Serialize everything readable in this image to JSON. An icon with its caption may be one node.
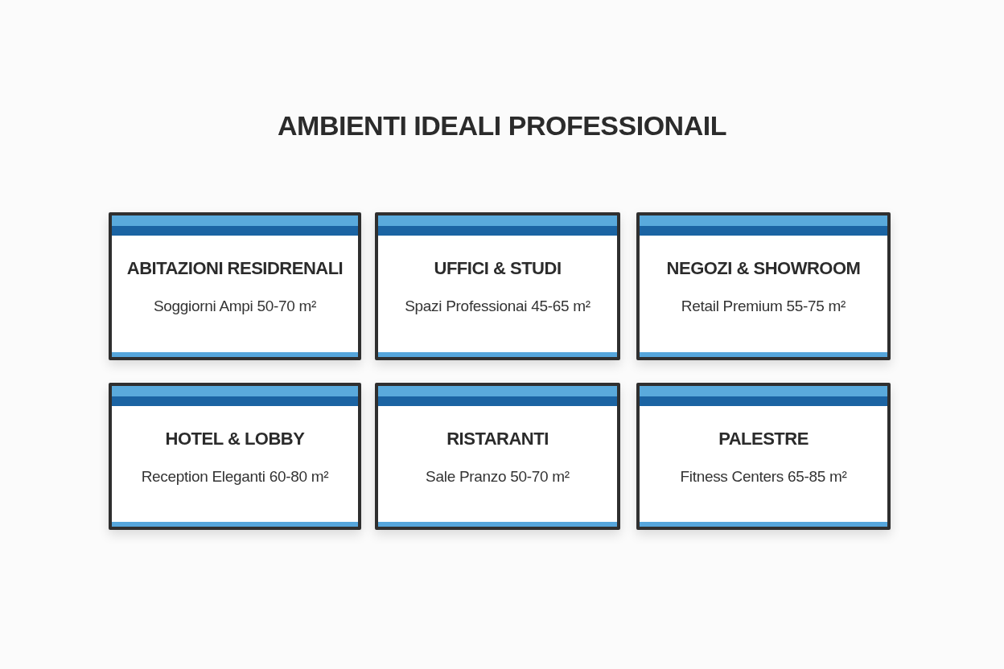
{
  "diagram": {
    "title": "AMBIENTI IDEALI PROFESSIONAIL",
    "nodes": [
      {
        "text": [
          "ABITAZIONI RESIDRENALI",
          "Soggiorni Ampi 50-70 m²"
        ]
      },
      {
        "text": [
          "UFFICI & STUDI",
          "Spazi Professionai 45-65 m²"
        ]
      },
      {
        "text": [
          "NEGOZI & SHOWROOM",
          "Retail Premium 55-75 m²"
        ]
      },
      {
        "text": [
          "HOTEL & LOBBY",
          "Reception Eleganti 60-80 m²"
        ]
      },
      {
        "text": [
          "RISTARANTI",
          "Sale Pranzo 50-70 m²"
        ]
      },
      {
        "text": [
          "PALESTRE",
          "Fitness Centers 65-85 m²"
        ]
      }
    ]
  }
}
